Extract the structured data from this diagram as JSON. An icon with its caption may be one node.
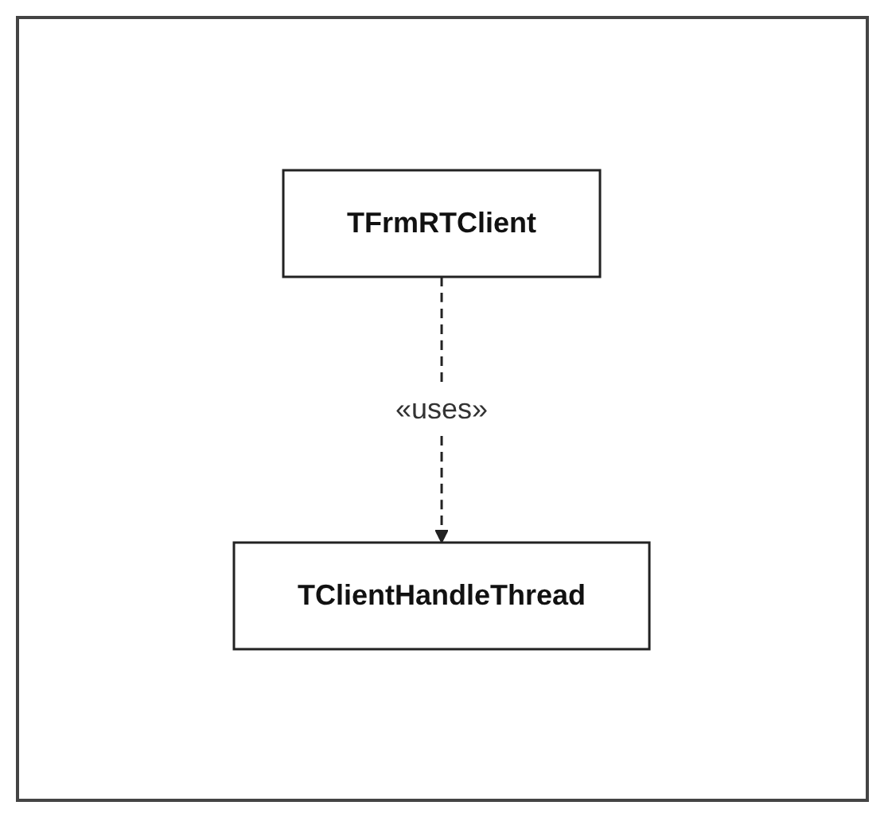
{
  "diagram": {
    "nodes": [
      {
        "text": [
          "TFrmRTClient"
        ]
      },
      {
        "text": [
          "TClientHandleThread"
        ]
      }
    ],
    "edges": [
      {
        "from": 0,
        "to": 1,
        "arrow": "to",
        "style": "dashed",
        "label": "«uses»"
      }
    ]
  }
}
